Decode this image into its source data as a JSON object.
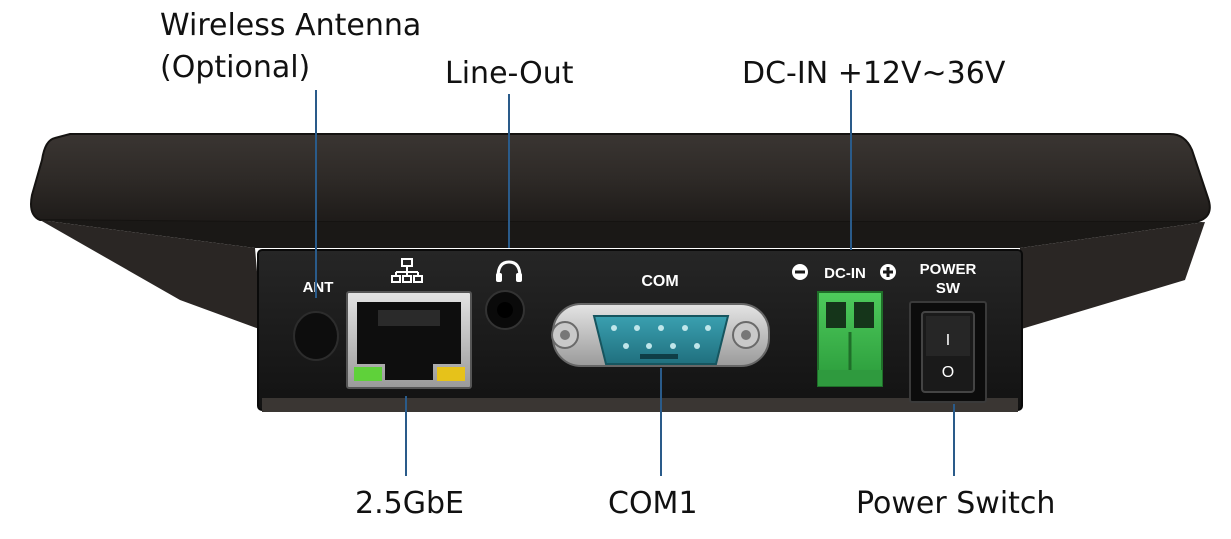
{
  "callouts": {
    "antenna_line1": "Wireless Antenna",
    "antenna_line2": "(Optional)",
    "line_out": "Line-Out",
    "dc_in": "DC-IN +12V~36V",
    "lan": "2.5GbE",
    "com1": "COM1",
    "power_switch": "Power Switch"
  },
  "panel_labels": {
    "ant": "ANT",
    "com": "COM",
    "dc_in": "DC-IN",
    "power_line1": "POWER",
    "power_line2": "SW",
    "switch_on": "I",
    "switch_off": "O"
  },
  "colors": {
    "chassis": "#2f2b28",
    "panel": "#1c1c1c",
    "terminal_block": "#3bb54a",
    "db9_blue": "#2f8a9a",
    "led_green": "#5fd13a",
    "led_yellow": "#e6c21a",
    "leader_line": "#2a5b8a"
  },
  "icons": {
    "lan": "network-icon",
    "audio": "headphone-icon",
    "minus": "minus-circle-icon",
    "plus": "plus-circle-icon"
  }
}
